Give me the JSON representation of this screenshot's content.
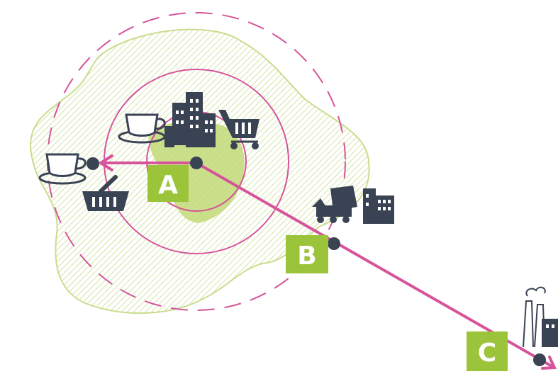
{
  "diagram": {
    "colors": {
      "region": "#c9dd8f",
      "core": "#c2d978",
      "ring": "#d6549a",
      "arrow": "#d6549a",
      "point": "#3a4354",
      "label_bg": "#9cc43b",
      "label_text": "#ffffff",
      "icon": "#3a4354"
    },
    "labels": {
      "a": "A",
      "b": "B",
      "c": "C"
    },
    "icons": [
      "coffee-cup-icon",
      "city-buildings-icon",
      "shopping-cart-icon",
      "shopping-basket-icon",
      "dump-truck-icon",
      "apartment-building-icon",
      "factory-icon"
    ]
  }
}
